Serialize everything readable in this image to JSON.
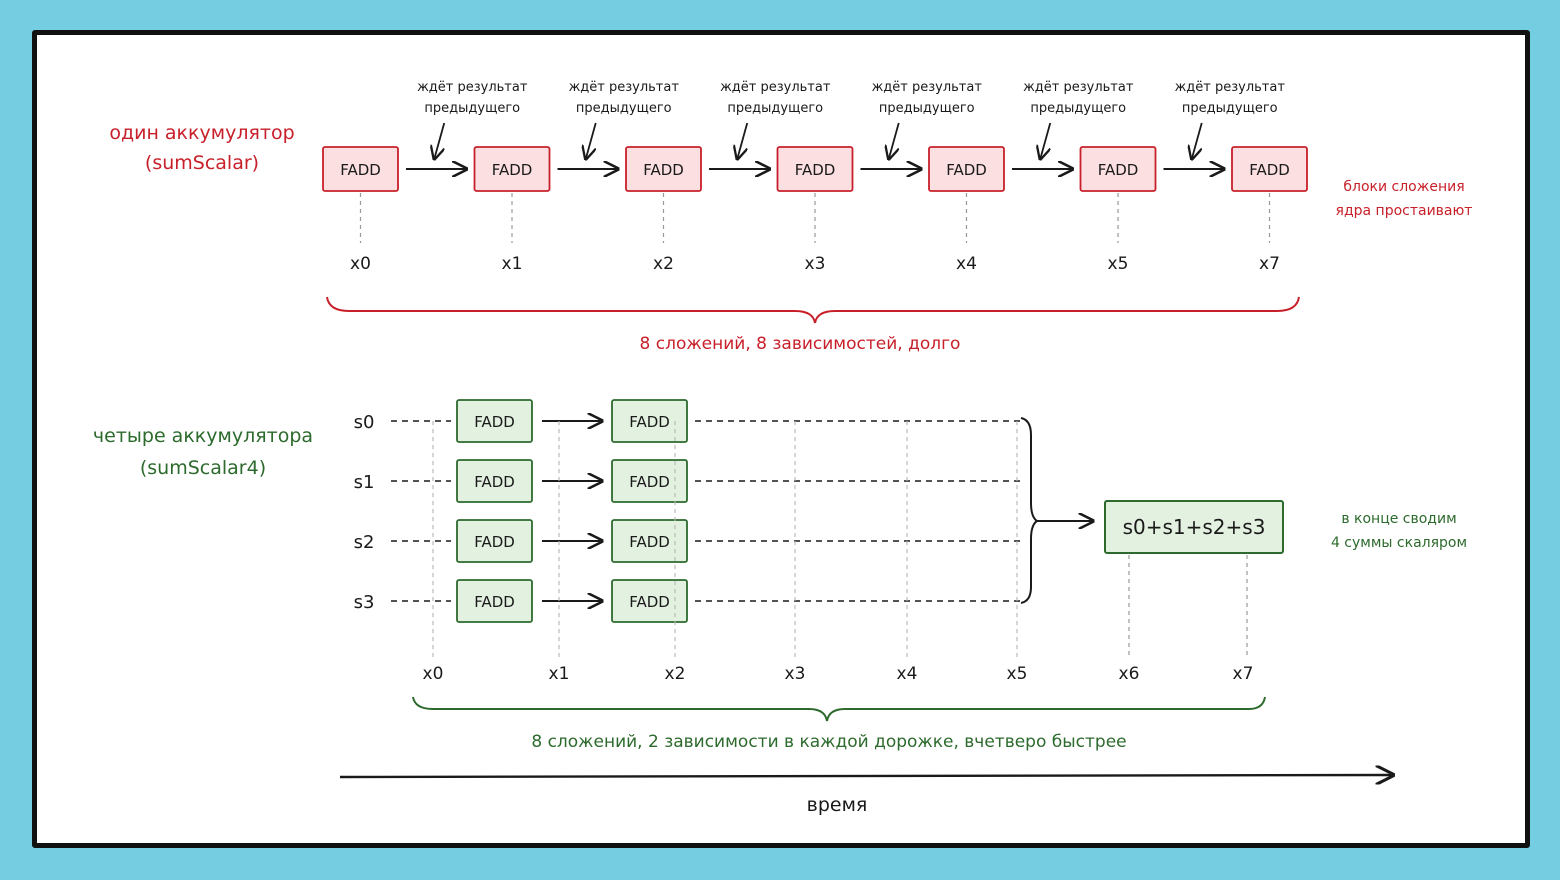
{
  "colors": {
    "background": "#74cde0",
    "card": "#ffffff",
    "red": "#c8202a",
    "red_fill": "#fbdfe1",
    "green": "#2d6a2d",
    "green_fill": "#e3f1e1",
    "ink": "#1a1a1a"
  },
  "scalar": {
    "title_line1": "один аккумулятор",
    "title_line2": "(sumScalar)",
    "block_label": "FADD",
    "blocks": [
      "FADD",
      "FADD",
      "FADD",
      "FADD",
      "FADD",
      "FADD",
      "FADD"
    ],
    "wait_line1": "ждёт результат",
    "wait_line2": "предыдущего",
    "x_labels": [
      "x0",
      "x1",
      "x2",
      "x3",
      "x4",
      "x5",
      "x7"
    ],
    "idle_note_line1": "блоки сложения",
    "idle_note_line2": "ядра простаивают",
    "summary": "8 сложений, 8 зависимостей, долго"
  },
  "vector": {
    "title_line1": "четыре аккумулятора",
    "title_line2": "(sumScalar4)",
    "lanes": [
      {
        "name": "s0",
        "blocks": [
          "FADD",
          "FADD"
        ]
      },
      {
        "name": "s1",
        "blocks": [
          "FADD",
          "FADD"
        ]
      },
      {
        "name": "s2",
        "blocks": [
          "FADD",
          "FADD"
        ]
      },
      {
        "name": "s3",
        "blocks": [
          "FADD",
          "FADD"
        ]
      }
    ],
    "x_labels": [
      "x0",
      "x1",
      "x2",
      "x3",
      "x4",
      "x5",
      "x6",
      "x7"
    ],
    "result_label": "s0+s1+s2+s3",
    "end_note_line1": "в конце сводим",
    "end_note_line2": "4 суммы скаляром",
    "summary": "8 сложений, 2 зависимости в каждой дорожке, вчетверо быстрее"
  },
  "time_label": "время"
}
